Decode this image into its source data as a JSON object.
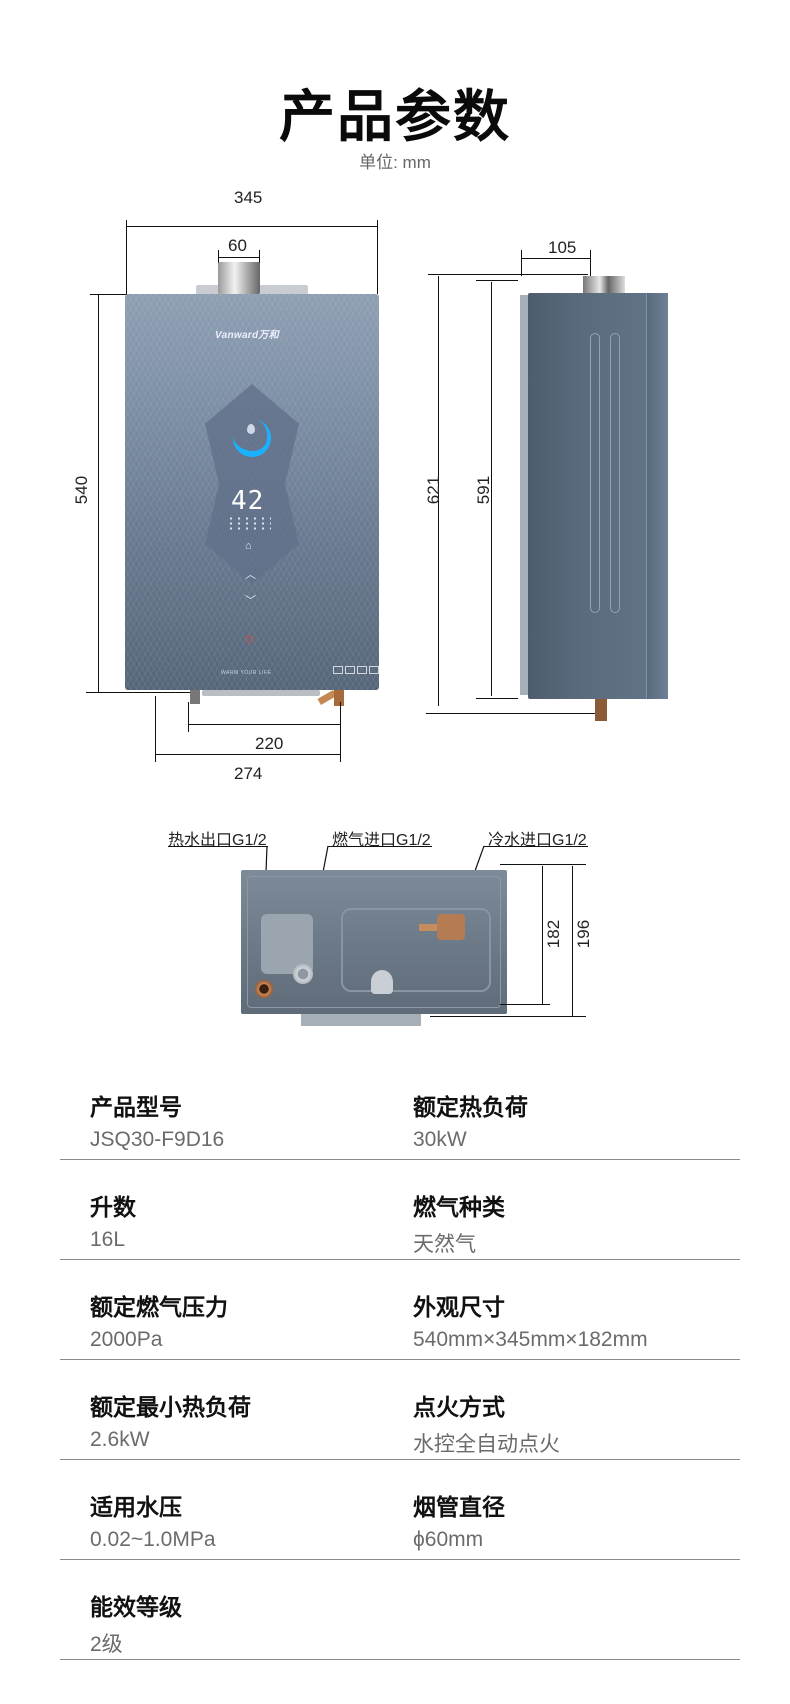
{
  "header": {
    "title": "产品参数",
    "unit": "单位: mm"
  },
  "front_view": {
    "brand_logo": "Vanward万和",
    "display_temp": "42",
    "dimensions": {
      "width": "345",
      "flue_diameter": "60",
      "height": "540",
      "pipe_spacing_inner": "220",
      "pipe_spacing_outer": "274"
    }
  },
  "side_view": {
    "dimensions": {
      "flue_offset": "105",
      "total_height": "621",
      "body_height": "591"
    }
  },
  "bottom_view": {
    "ports": [
      {
        "label": "热水出口G1/2"
      },
      {
        "label": "燃气进口G1/2"
      },
      {
        "label": "冷水进口G1/2"
      }
    ],
    "dimensions": {
      "depth_inner": "182",
      "depth_outer": "196"
    }
  },
  "specs": [
    {
      "left": {
        "label": "产品型号",
        "value": "JSQ30-F9D16"
      },
      "right": {
        "label": "额定热负荷",
        "value": "30kW"
      }
    },
    {
      "left": {
        "label": "升数",
        "value": "16L"
      },
      "right": {
        "label": "燃气种类",
        "value": "天然气"
      }
    },
    {
      "left": {
        "label": "额定燃气压力",
        "value": "2000Pa"
      },
      "right": {
        "label": "外观尺寸",
        "value": "540mm×345mm×182mm"
      }
    },
    {
      "left": {
        "label": "额定最小热负荷",
        "value": "2.6kW"
      },
      "right": {
        "label": "点火方式",
        "value": "水控全自动点火"
      }
    },
    {
      "left": {
        "label": "适用水压",
        "value": "0.02~1.0MPa"
      },
      "right": {
        "label": "烟管直径",
        "value": "ϕ60mm"
      }
    },
    {
      "left": {
        "label": "能效等级",
        "value": "2级"
      },
      "right": null
    }
  ],
  "colors": {
    "heater_body": "#7c8ea4",
    "side_body": "#5b6b7d",
    "display_accent": "#1ab1ff",
    "power_icon": "#e04a3a",
    "copper": "#b57b52",
    "value_text": "#6b6b6b",
    "divider": "#8a8a8a"
  }
}
